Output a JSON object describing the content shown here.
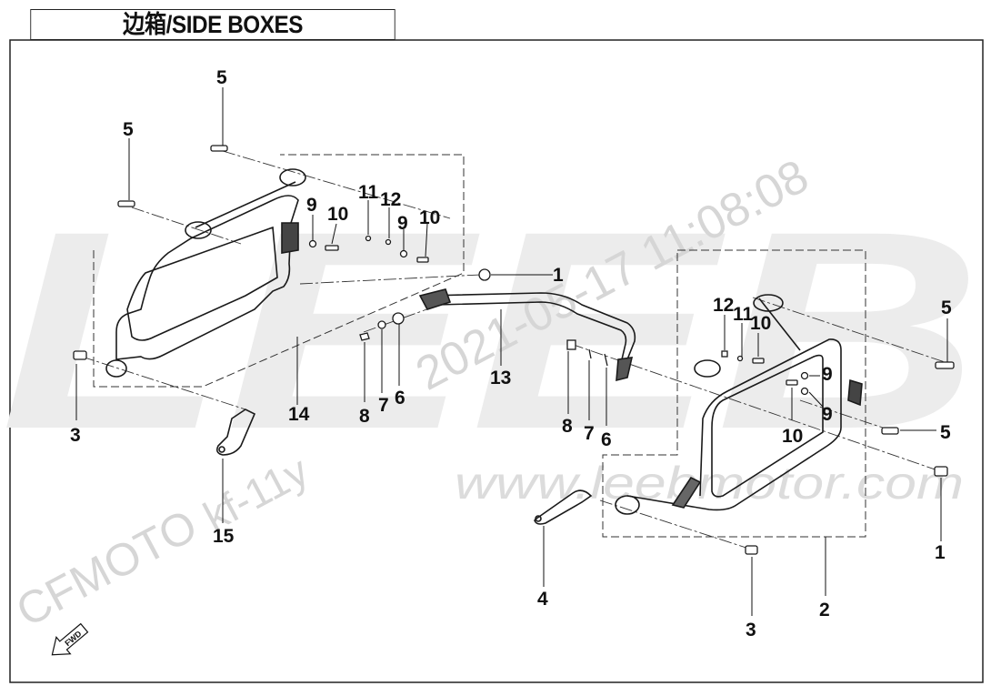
{
  "title": "边箱/SIDE BOXES",
  "watermark": {
    "brand_text": "LEEB",
    "datetime": "2021-05-17  11:08:08",
    "code": "kf-11y",
    "brand": "CFMOTO",
    "site": "www.leebmotor.com"
  },
  "fwd_label": "FWD",
  "colors": {
    "line": "#1a1a1a",
    "watermark": "#dddddd"
  },
  "callouts": [
    "5",
    "5",
    "9",
    "10",
    "11",
    "12",
    "9",
    "10",
    "1",
    "3",
    "14",
    "8",
    "7",
    "6",
    "13",
    "15",
    "8",
    "7",
    "6",
    "12",
    "11",
    "10",
    "9",
    "9",
    "10",
    "5",
    "5",
    "1",
    "4",
    "3",
    "2"
  ]
}
